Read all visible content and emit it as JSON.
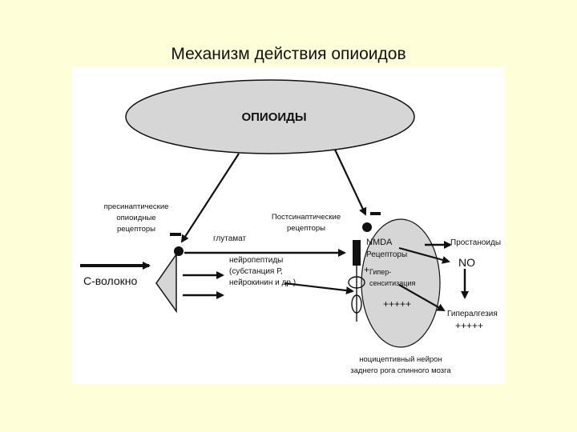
{
  "title": "Механизм действия опиоидов",
  "diagram": {
    "opioids": "ОПИОИДЫ",
    "presynaptic": [
      "пресинаптические",
      "опиоидные",
      "рецепторы"
    ],
    "postsynaptic": [
      "Постсинаптические",
      "рецепторы"
    ],
    "c_fiber": "С-волокно",
    "glutamate": "глутамат",
    "neuropeptides": [
      "нейропептиды",
      "(субстанция Р,",
      "нейрокинин и др.)"
    ],
    "nmda": "NMDA",
    "receptors": "Рецепторы",
    "prostanoids": "Простаноиды",
    "no": "NO",
    "sensitization": [
      "Гипер-",
      "сенситизация"
    ],
    "neuron_plus": "+++++",
    "small_plus": "+",
    "hyperalgesia": "Гипералгезия",
    "hyper_plus": "+++++",
    "neuron_caption": [
      "ноцицептивный нейрон",
      "заднего рога спинного мозга"
    ],
    "colors": {
      "ellipse_fill": "#d6d6d6",
      "line": "#111111",
      "page_bg": "#fefed8",
      "panel_bg": "#ffffff"
    }
  }
}
